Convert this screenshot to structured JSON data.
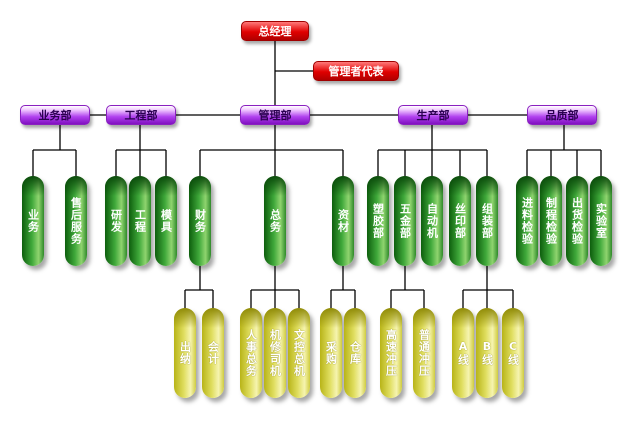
{
  "top": "总经理",
  "representative": "管理者代表",
  "departments": {
    "business": "业务部",
    "engineering": "工程部",
    "management": "管理部",
    "production": "生产部",
    "quality": "品质部"
  },
  "units": {
    "business": [
      "业务",
      "售后服务"
    ],
    "engineering": [
      "研发",
      "工程",
      "模具"
    ],
    "management": [
      "财务",
      "总务",
      "资材"
    ],
    "production": [
      "塑胶部",
      "五金部",
      "自动机",
      "丝印部",
      "组装部"
    ],
    "quality": [
      "进料检验",
      "制程检验",
      "出货检验",
      "实验室"
    ]
  },
  "subunits": {
    "finance": [
      "出纳",
      "会计"
    ],
    "general_affairs": [
      "人事总务",
      "机修司机",
      "文控总机"
    ],
    "materials": [
      "采购",
      "仓库"
    ],
    "hardware": [
      "高速冲压",
      "普通冲压"
    ],
    "assembly": [
      "A线",
      "B线",
      "C线"
    ]
  }
}
